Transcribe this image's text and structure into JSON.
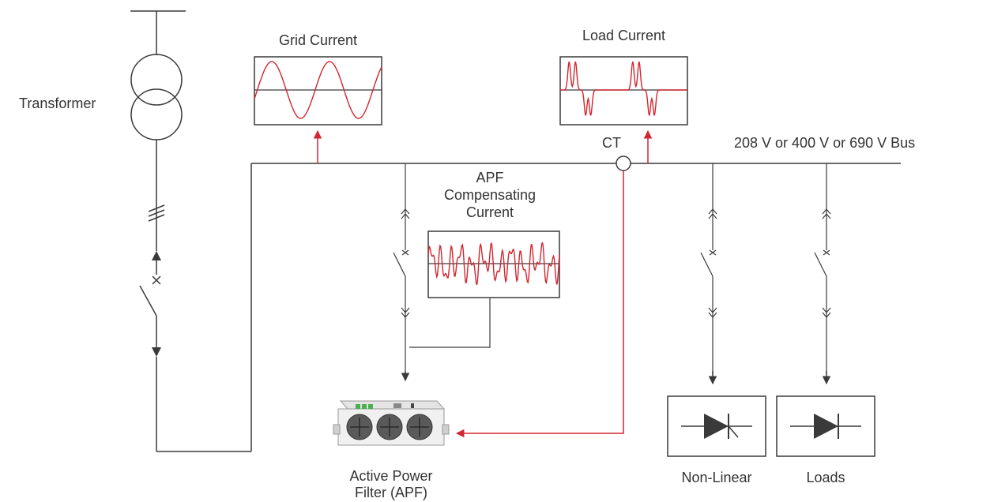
{
  "labels": {
    "transformer": "Transformer",
    "grid_current": "Grid Current",
    "load_current": "Load Current",
    "ct": "CT",
    "bus": "208 V or 400 V or 690 V Bus",
    "apf_comp_line1": "APF",
    "apf_comp_line2": "Compensating",
    "apf_comp_line3": "Current",
    "apf_line1": "Active Power",
    "apf_line2": "Filter (APF)",
    "non_linear": "Non-Linear",
    "loads": "Loads"
  },
  "colors": {
    "line": "#3a3a3a",
    "signal": "#d22630",
    "waveform": "#d22630"
  }
}
